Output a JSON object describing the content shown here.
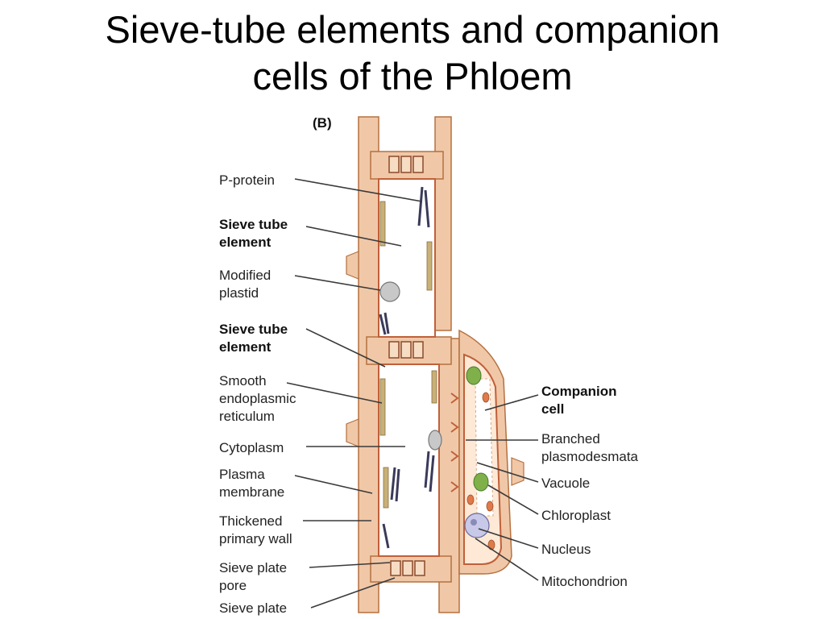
{
  "title": {
    "line1": "Sieve-tube elements and companion",
    "line2": "cells of the Phloem"
  },
  "panel_label": "(B)",
  "labels_left": [
    {
      "lines": [
        "P-protein"
      ],
      "bold": false
    },
    {
      "lines": [
        "Sieve tube",
        "element"
      ],
      "bold": true
    },
    {
      "lines": [
        "Modified",
        "plastid"
      ],
      "bold": false
    },
    {
      "lines": [
        "Sieve tube",
        "element"
      ],
      "bold": true
    },
    {
      "lines": [
        "Smooth",
        "endoplasmic",
        "reticulum"
      ],
      "bold": false
    },
    {
      "lines": [
        "Cytoplasm"
      ],
      "bold": false
    },
    {
      "lines": [
        "Plasma",
        "membrane"
      ],
      "bold": false
    },
    {
      "lines": [
        "Thickened",
        "primary wall"
      ],
      "bold": false
    },
    {
      "lines": [
        "Sieve plate",
        "pore"
      ],
      "bold": false
    },
    {
      "lines": [
        "Sieve plate"
      ],
      "bold": false
    }
  ],
  "labels_right": [
    {
      "lines": [
        "Companion",
        "cell"
      ],
      "bold": true
    },
    {
      "lines": [
        "Branched",
        "plasmodesmata"
      ],
      "bold": false
    },
    {
      "lines": [
        "Vacuole"
      ],
      "bold": false
    },
    {
      "lines": [
        "Chloroplast"
      ],
      "bold": false
    },
    {
      "lines": [
        "Nucleus"
      ],
      "bold": false
    },
    {
      "lines": [
        "Mitochondrion"
      ],
      "bold": false
    }
  ],
  "colors": {
    "wall": "#f0c8a8",
    "wall_line": "#b5703f",
    "membrane": "#c0603a",
    "chloroplast": "#7fb04a",
    "nucleus": "#c8c8e8",
    "protein": "#3a3a5a",
    "er": "#c8b078"
  }
}
